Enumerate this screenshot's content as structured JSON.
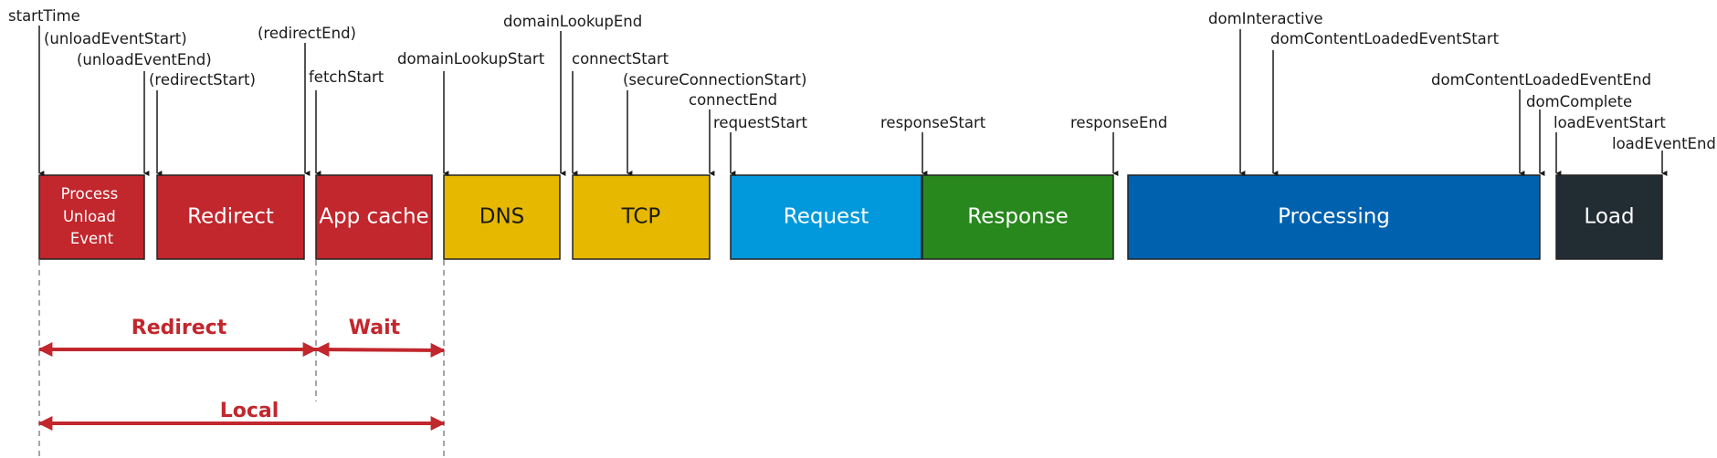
{
  "colors": {
    "red": "#c1272d",
    "yellow": "#e6b800",
    "light_blue": "#0299dc",
    "green": "#28871d",
    "dark_blue": "#0061ae",
    "charcoal": "#222c33",
    "border": "#222222",
    "guide": "#888888"
  },
  "blocks": {
    "process_unload": {
      "lines": [
        "Process",
        "Unload",
        "Event"
      ]
    },
    "redirect": "Redirect",
    "app_cache": "App cache",
    "dns": "DNS",
    "tcp": "TCP",
    "request": "Request",
    "response": "Response",
    "processing": "Processing",
    "load": "Load"
  },
  "markers": {
    "start_time": "startTime",
    "unload_event_start": "(unloadEventStart)",
    "unload_event_end": "(unloadEventEnd)",
    "redirect_start": "(redirectStart)",
    "redirect_end": "(redirectEnd)",
    "fetch_start": "fetchStart",
    "domain_lookup_start": "domainLookupStart",
    "domain_lookup_end": "domainLookupEnd",
    "connect_start": "connectStart",
    "secure_connection_start": "(secureConnectionStart)",
    "connect_end": "connectEnd",
    "request_start": "requestStart",
    "response_start": "responseStart",
    "response_end": "responseEnd",
    "dom_interactive": "domInteractive",
    "dom_content_loaded_event_start": "domContentLoadedEventStart",
    "dom_content_loaded_event_end": "domContentLoadedEventEnd",
    "dom_complete": "domComplete",
    "load_event_start": "loadEventStart",
    "load_event_end": "loadEventEnd"
  },
  "spans": {
    "redirect": "Redirect",
    "wait": "Wait",
    "local": "Local"
  }
}
